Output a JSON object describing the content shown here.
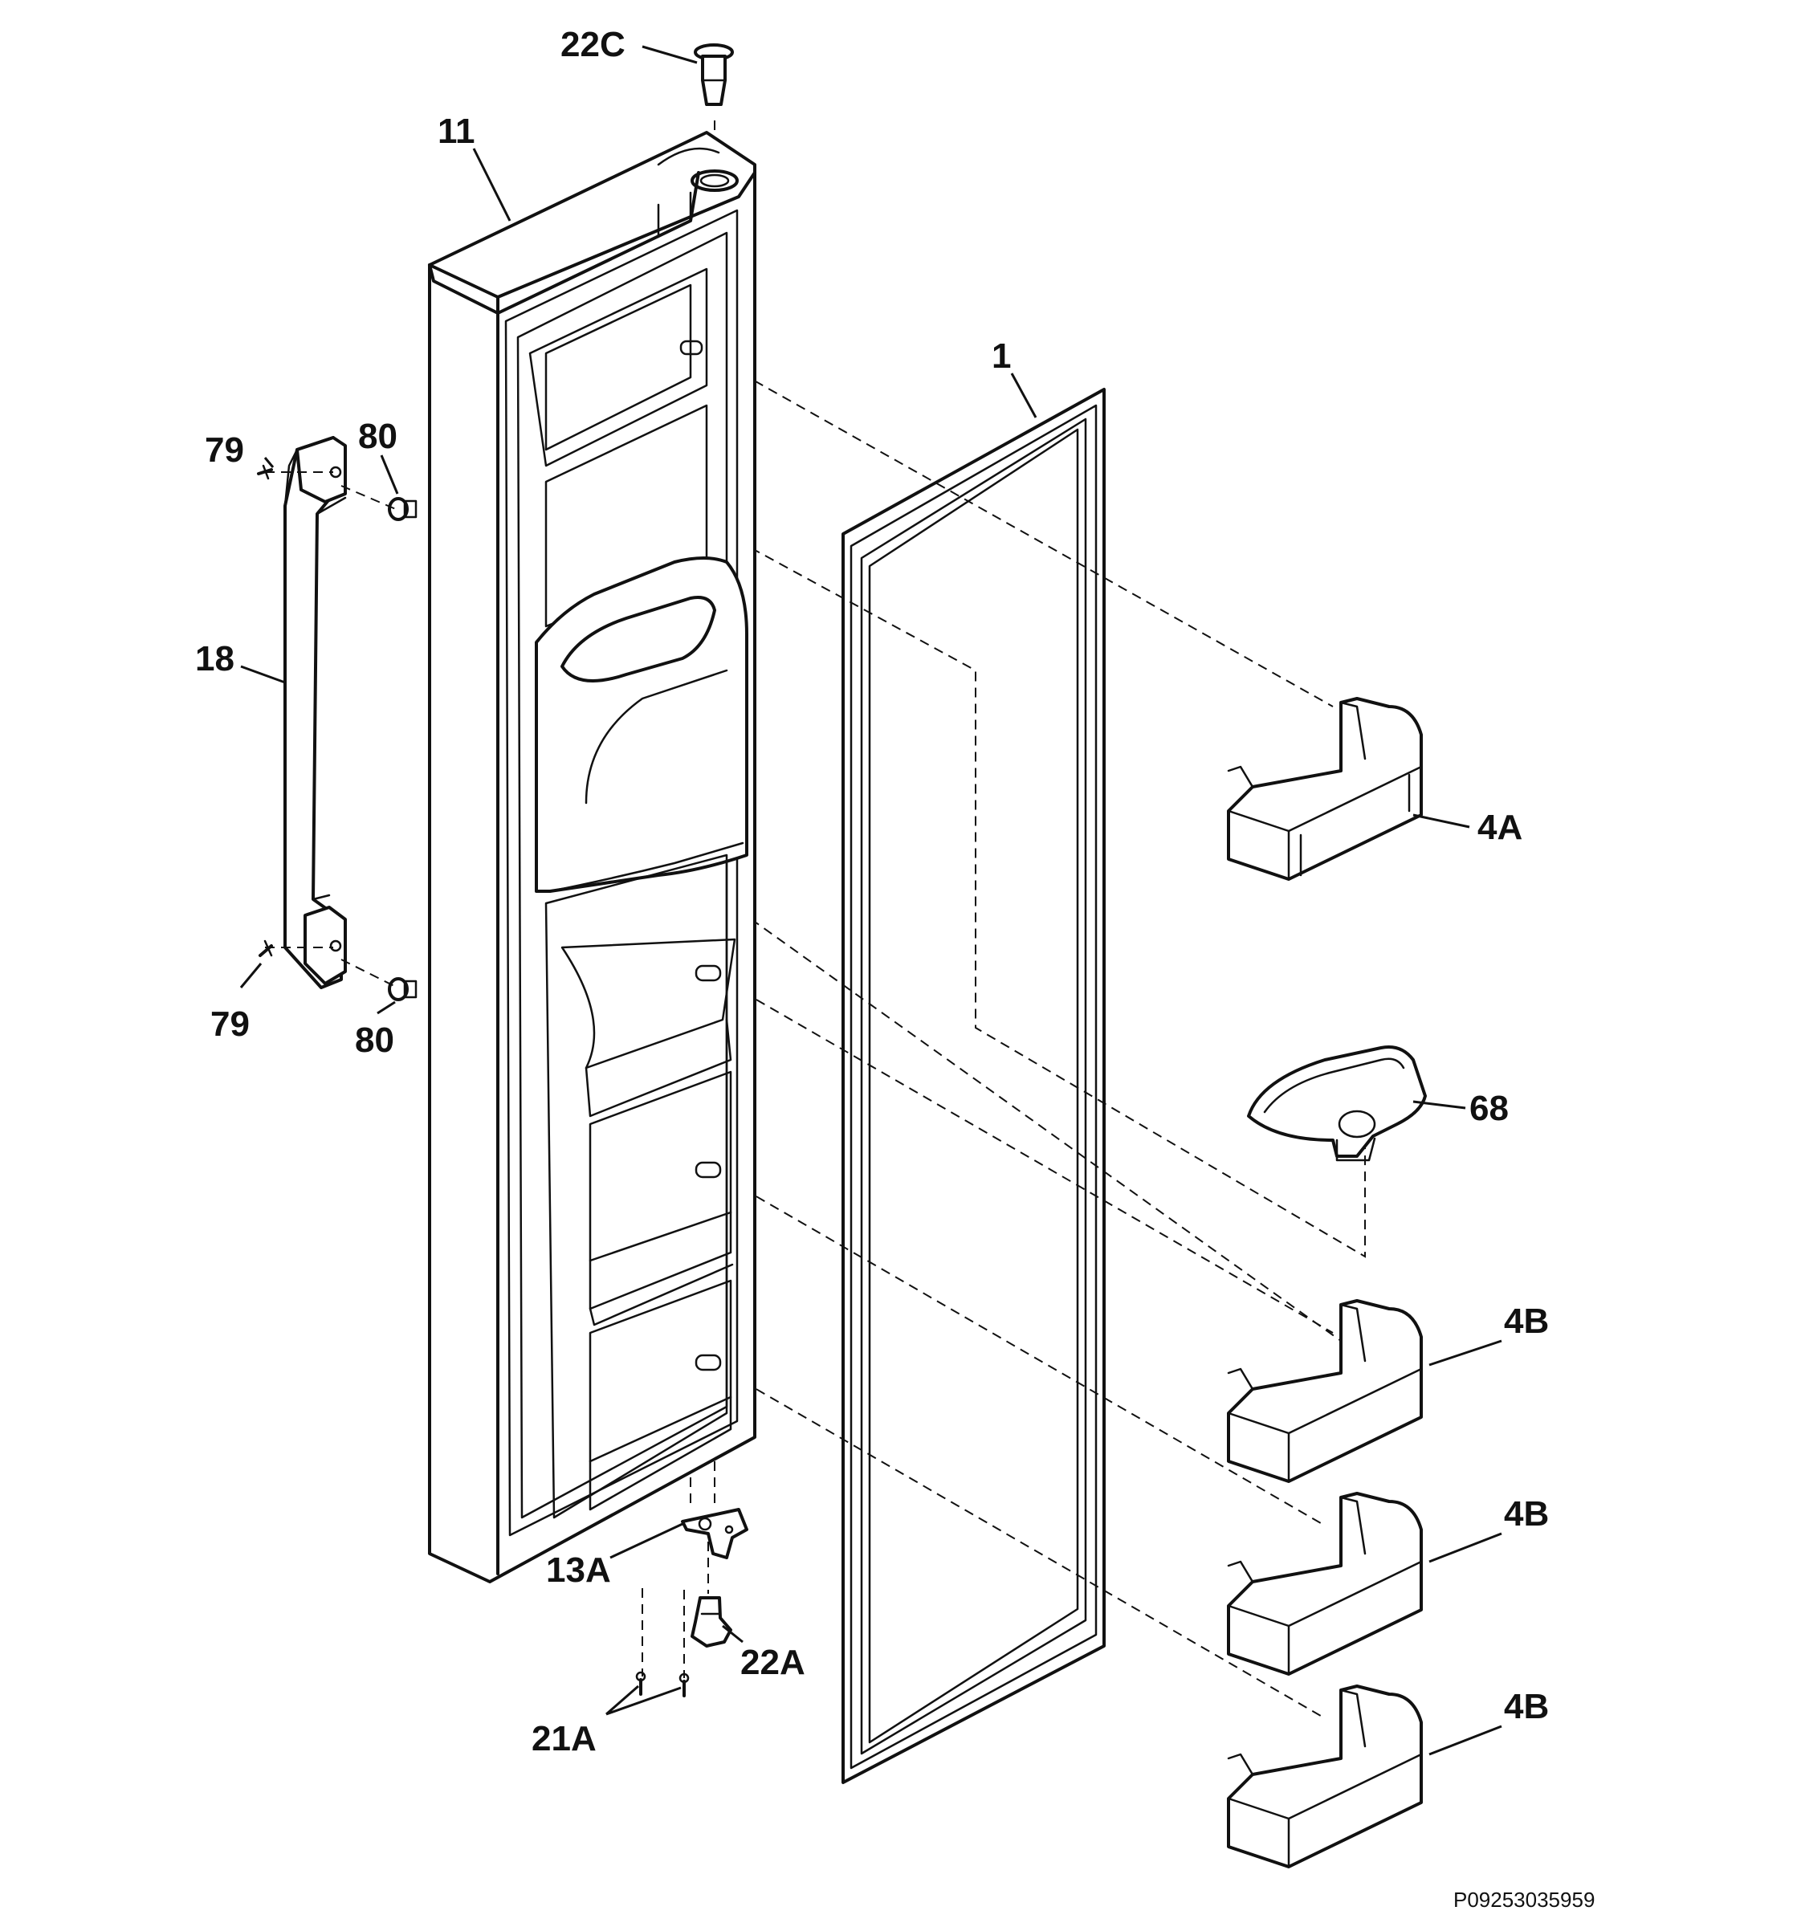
{
  "labels": {
    "p22c": "22C",
    "p11": "11",
    "p1": "1",
    "p79_top": "79",
    "p80_top": "80",
    "p18": "18",
    "p4a": "4A",
    "p79_bottom": "79",
    "p80_bottom": "80",
    "p68": "68",
    "p4b_1": "4B",
    "p4b_2": "4B",
    "p4b_3": "4B",
    "p13a": "13A",
    "p22a": "22A",
    "p21a": "21A"
  },
  "diagram_code": "P09253035959"
}
